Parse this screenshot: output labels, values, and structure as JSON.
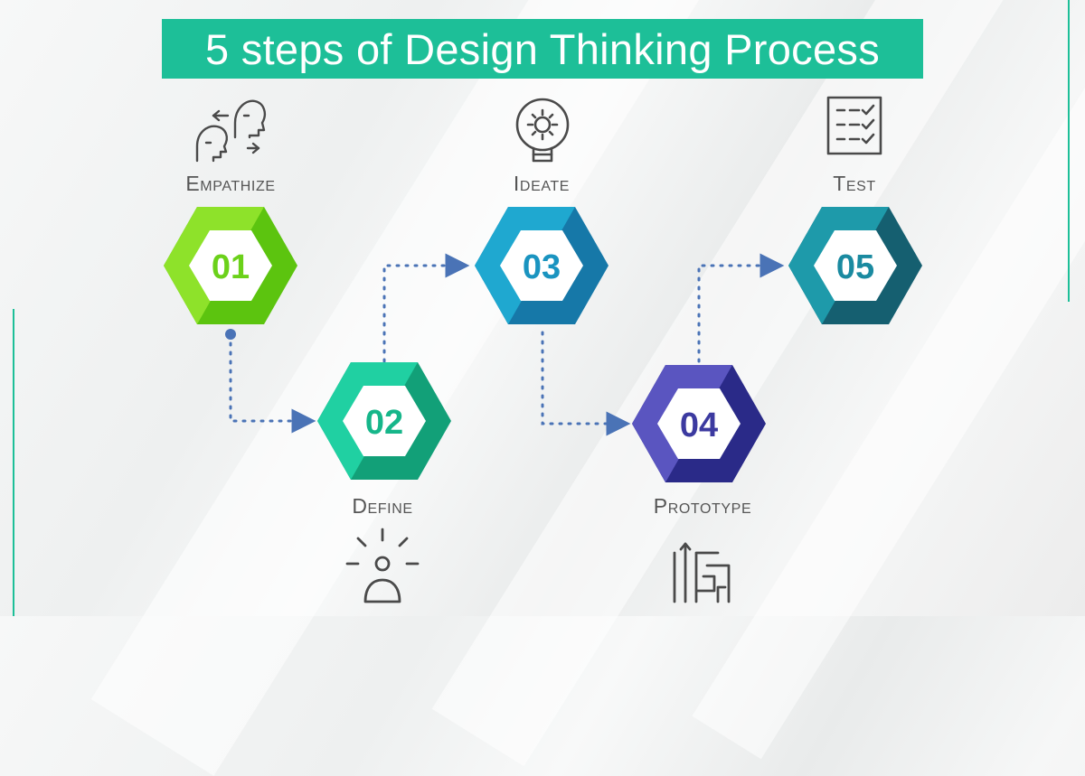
{
  "title": "5 steps of Design Thinking Process",
  "colors": {
    "banner": "#1dbf98",
    "connector": "#4a73b6",
    "icon": "#4a4a4a"
  },
  "steps": [
    {
      "number": "01",
      "label": "Empathize",
      "icon": "empathy-faces-icon",
      "color_light": "#8ee22a",
      "color_dark": "#5cc40f"
    },
    {
      "number": "02",
      "label": "Define",
      "icon": "idea-person-icon",
      "color_light": "#20d0a2",
      "color_dark": "#12a078"
    },
    {
      "number": "03",
      "label": "Ideate",
      "icon": "lightbulb-gear-icon",
      "color_light": "#1fa8d0",
      "color_dark": "#1678a8"
    },
    {
      "number": "04",
      "label": "Prototype",
      "icon": "maze-icon",
      "color_light": "#5a55c0",
      "color_dark": "#2a2a88"
    },
    {
      "number": "05",
      "label": "Test",
      "icon": "checklist-icon",
      "color_light": "#1e9aaa",
      "color_dark": "#155f70"
    }
  ]
}
